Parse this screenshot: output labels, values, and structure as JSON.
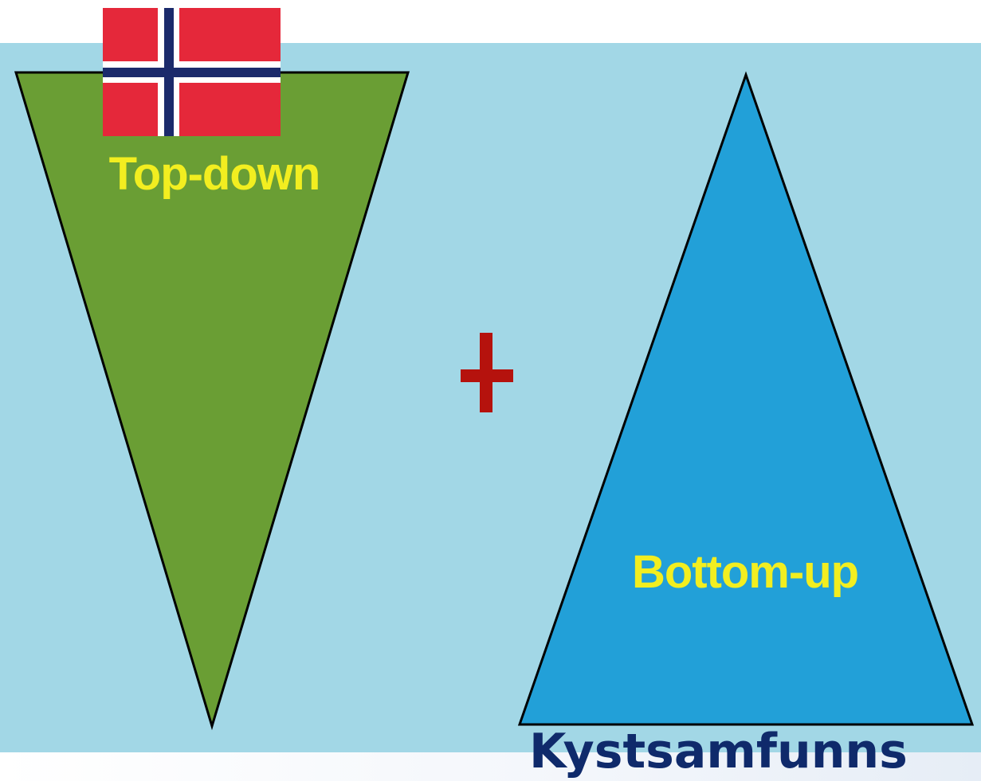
{
  "diagram": {
    "left_label": "Top-down",
    "right_label": "Bottom-up",
    "operator_icon": "plus-icon",
    "flag_icon": "norway-flag-icon"
  },
  "footer": {
    "text": "Kystsamfunns"
  },
  "colors": {
    "background_panel": "#a2d7e6",
    "left_triangle": "#6a9e34",
    "right_triangle": "#22a0d8",
    "label_text": "#f2ee20",
    "plus": "#b5120d",
    "flag_red": "#e5283a",
    "flag_blue": "#1b2a6b",
    "footer_text": "#0f2a6b"
  }
}
